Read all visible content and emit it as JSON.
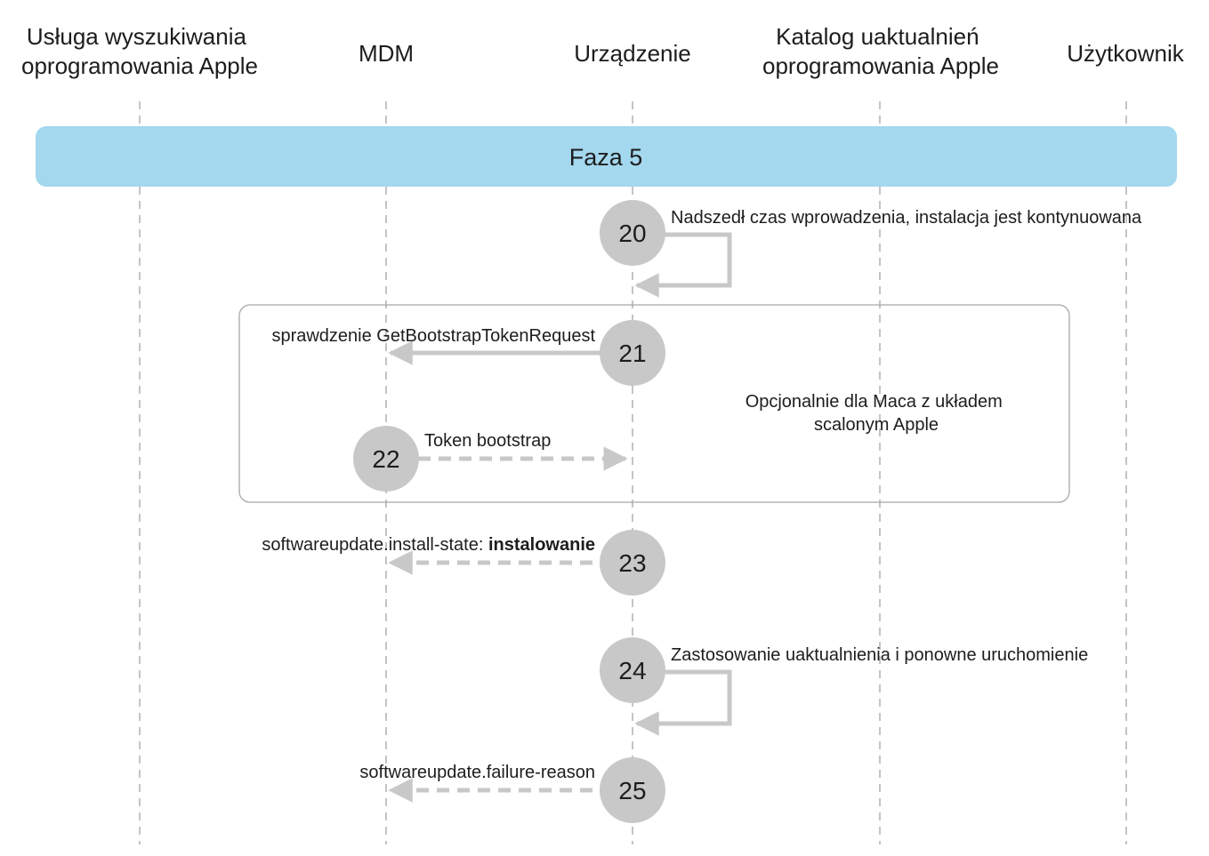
{
  "lanes": [
    {
      "id": "lookup",
      "title_lines": [
        "Usługa wyszukiwania",
        "oprogramowania Apple"
      ]
    },
    {
      "id": "mdm",
      "title_lines": [
        "MDM"
      ]
    },
    {
      "id": "device",
      "title_lines": [
        "Urządzenie"
      ]
    },
    {
      "id": "catalog",
      "title_lines": [
        "Katalog uaktualnień",
        "oprogramowania Apple"
      ]
    },
    {
      "id": "user",
      "title_lines": [
        "Użytkownik"
      ]
    }
  ],
  "phase": {
    "label": "Faza 5",
    "color": "#a3d8ee"
  },
  "optional_group": {
    "note_lines": [
      "Opcjonalnie dla Maca z układem",
      "scalonym Apple"
    ]
  },
  "steps": [
    {
      "number": "20",
      "label": "Nadszedł czas wprowadzenia, instalacja jest kontynuowana"
    },
    {
      "number": "21",
      "label": "sprawdzenie GetBootstrapTokenRequest"
    },
    {
      "number": "22",
      "label": "Token bootstrap"
    },
    {
      "number": "23",
      "label": "softwareupdate.install-state: ",
      "label_bold": "instalowanie"
    },
    {
      "number": "24",
      "label": "Zastosowanie uaktualnienia i ponowne uruchomienie"
    },
    {
      "number": "25",
      "label": "softwareupdate.failure-reason"
    }
  ],
  "colors": {
    "step_circle": "#c8c8c8",
    "arrow": "#c8c8c8",
    "lifeline": "#b0b0b0",
    "group_border": "#a8a8a8"
  }
}
